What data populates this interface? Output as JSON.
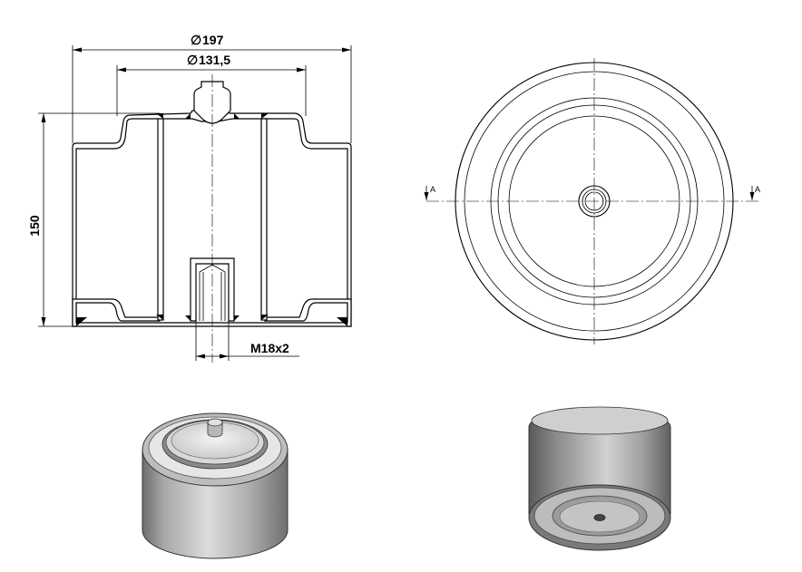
{
  "dimensions": {
    "outer_diameter": "197",
    "inner_diameter": "131,5",
    "height": "150",
    "thread": "M18x2"
  },
  "section_marks": {
    "left": "A",
    "right": "A"
  },
  "diameter_symbol": "∅",
  "colors": {
    "line": "#000000",
    "background": "#ffffff",
    "render_body": "#9a9a9a"
  }
}
